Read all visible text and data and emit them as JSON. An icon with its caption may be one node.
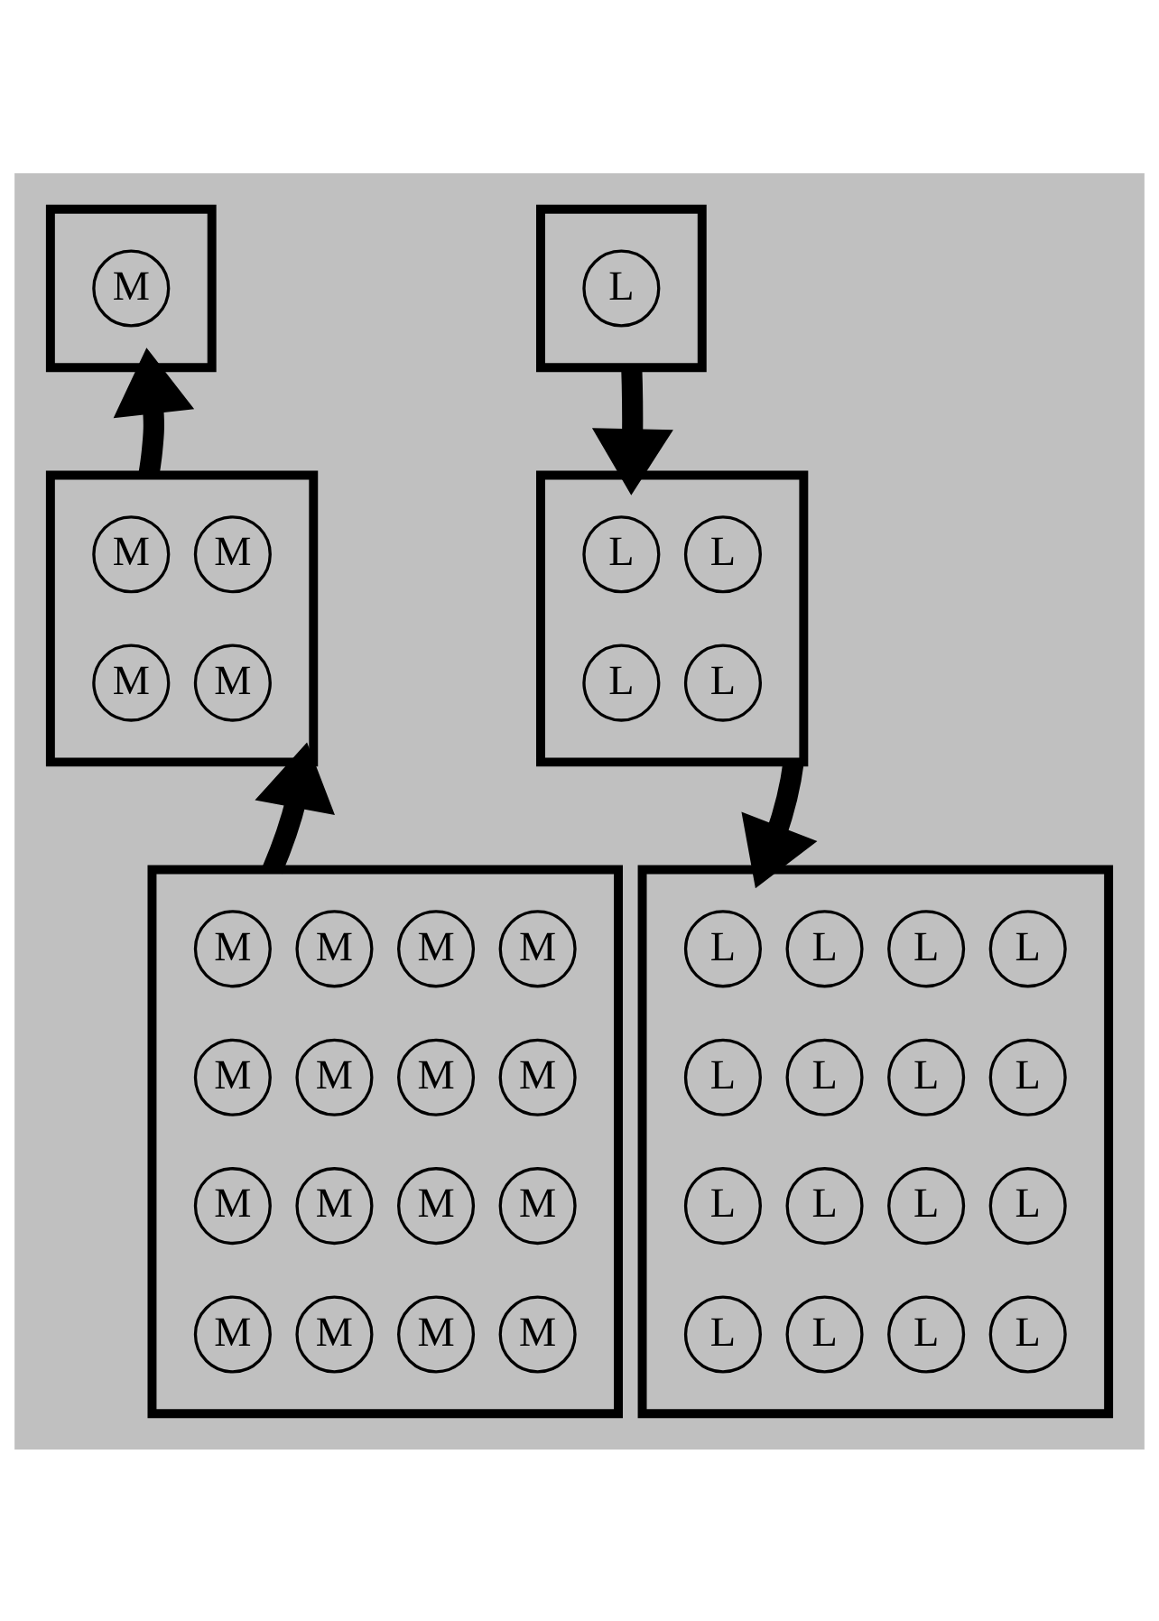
{
  "diagram": {
    "nodes": [
      {
        "text": [],
        "shape": "box"
      },
      {
        "text": [
          "M"
        ],
        "in": 0
      },
      {
        "text": [],
        "shape": "box"
      },
      {
        "text": [
          "L"
        ],
        "in": 2
      },
      {
        "text": [],
        "shape": "box"
      },
      {
        "text": [
          "M"
        ],
        "in": 4
      },
      {
        "text": [
          "M"
        ],
        "in": 4
      },
      {
        "text": [
          "M"
        ],
        "in": 4
      },
      {
        "text": [
          "M"
        ],
        "in": 4
      },
      {
        "text": [],
        "shape": "box"
      },
      {
        "text": [
          "L"
        ],
        "in": 9
      },
      {
        "text": [
          "L"
        ],
        "in": 9
      },
      {
        "text": [
          "L"
        ],
        "in": 9
      },
      {
        "text": [
          "L"
        ],
        "in": 9
      },
      {
        "text": [],
        "shape": "box"
      },
      {
        "text": [
          "M"
        ],
        "in": 14
      },
      {
        "text": [
          "M"
        ],
        "in": 14
      },
      {
        "text": [
          "M"
        ],
        "in": 14
      },
      {
        "text": [
          "M"
        ],
        "in": 14
      },
      {
        "text": [
          "M"
        ],
        "in": 14
      },
      {
        "text": [
          "M"
        ],
        "in": 14
      },
      {
        "text": [
          "M"
        ],
        "in": 14
      },
      {
        "text": [
          "M"
        ],
        "in": 14
      },
      {
        "text": [
          "M"
        ],
        "in": 14
      },
      {
        "text": [
          "M"
        ],
        "in": 14
      },
      {
        "text": [
          "M"
        ],
        "in": 14
      },
      {
        "text": [
          "M"
        ],
        "in": 14
      },
      {
        "text": [
          "M"
        ],
        "in": 14
      },
      {
        "text": [
          "M"
        ],
        "in": 14
      },
      {
        "text": [
          "M"
        ],
        "in": 14
      },
      {
        "text": [
          "M"
        ],
        "in": 14
      },
      {
        "text": [],
        "shape": "box"
      },
      {
        "text": [
          "L"
        ],
        "in": 31
      },
      {
        "text": [
          "L"
        ],
        "in": 31
      },
      {
        "text": [
          "L"
        ],
        "in": 31
      },
      {
        "text": [
          "L"
        ],
        "in": 31
      },
      {
        "text": [
          "L"
        ],
        "in": 31
      },
      {
        "text": [
          "L"
        ],
        "in": 31
      },
      {
        "text": [
          "L"
        ],
        "in": 31
      },
      {
        "text": [
          "L"
        ],
        "in": 31
      },
      {
        "text": [
          "L"
        ],
        "in": 31
      },
      {
        "text": [
          "L"
        ],
        "in": 31
      },
      {
        "text": [
          "L"
        ],
        "in": 31
      },
      {
        "text": [
          "L"
        ],
        "in": 31
      },
      {
        "text": [
          "L"
        ],
        "in": 31
      },
      {
        "text": [
          "L"
        ],
        "in": 31
      },
      {
        "text": [
          "L"
        ],
        "in": 31
      },
      {
        "text": [
          "L"
        ],
        "in": 31
      }
    ],
    "edges": [
      {
        "from": 14,
        "to": 4,
        "arrow": "to"
      },
      {
        "from": 4,
        "to": 0,
        "arrow": "to"
      },
      {
        "from": 2,
        "to": 9,
        "arrow": "to"
      },
      {
        "from": 9,
        "to": 31,
        "arrow": "to"
      }
    ]
  }
}
